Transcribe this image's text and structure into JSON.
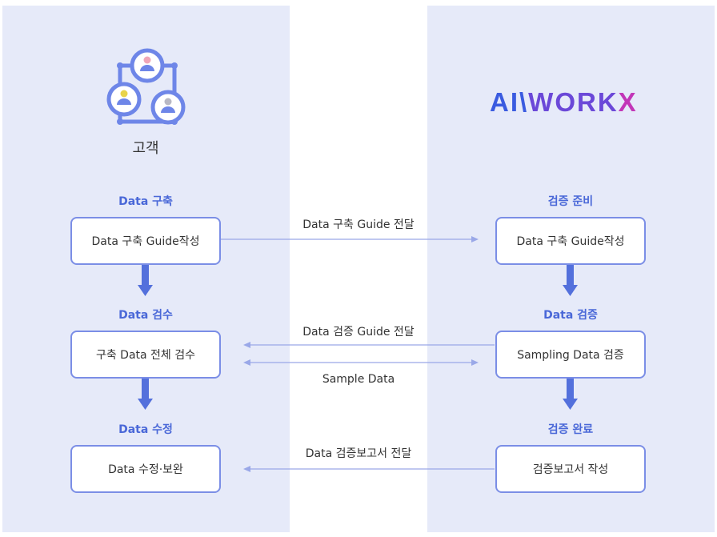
{
  "customer": {
    "label": "고객",
    "icon": "people-network-icon"
  },
  "brand": {
    "logo_part1": "AI\\",
    "logo_part2": "WORK",
    "logo_part3": "X"
  },
  "left_column": {
    "steps": [
      {
        "title": "Data 구축",
        "box": "Data 구축 Guide작성"
      },
      {
        "title": "Data 검수",
        "box": "구축 Data 전체 검수"
      },
      {
        "title": "Data 수정",
        "box": "Data 수정·보완"
      }
    ]
  },
  "right_column": {
    "steps": [
      {
        "title": "검증 준비",
        "box": "Data 구축 Guide작성"
      },
      {
        "title": "Data 검증",
        "box": "Sampling Data 검증"
      },
      {
        "title": "검증 완료",
        "box": "검증보고서 작성"
      }
    ]
  },
  "flows": [
    {
      "label": "Data 구축 Guide 전달",
      "direction": "left-to-right"
    },
    {
      "label": "Data 검증 Guide 전달",
      "direction": "right-to-left"
    },
    {
      "label": "Sample Data",
      "direction": "both"
    },
    {
      "label": "Data 검증보고서 전달",
      "direction": "right-to-left"
    }
  ],
  "colors": {
    "panel": "#e6eaf9",
    "accent": "#4a68d8",
    "box_border": "#7b8ee6",
    "connector": "#9aa8e8",
    "down_arrow": "#5370dc"
  }
}
